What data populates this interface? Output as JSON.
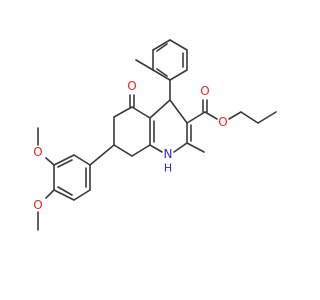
{
  "diagram": {
    "kind": "chemical-structure",
    "colors": {
      "bond": "#3a3a3a",
      "oxygen": "#e8262a",
      "nitrogen": "#2b2bd6",
      "background": "#ffffff"
    },
    "atom_labels": {
      "ketone_o": "O",
      "ester_carbonyl_o": "O",
      "ester_ether_o": "O",
      "methoxy_o_upper": "O",
      "methoxy_o_lower": "O",
      "ring_n": "N",
      "ring_h": "H"
    }
  }
}
